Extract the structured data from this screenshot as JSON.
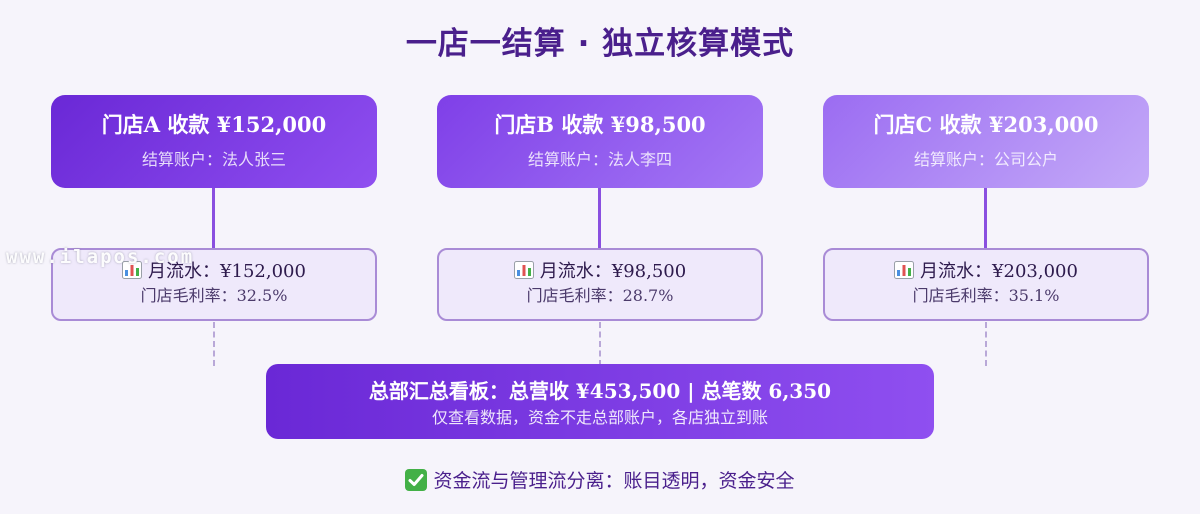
{
  "title": "一店一结算 · 独立核算模式",
  "stores": [
    {
      "heading": "门店A 收款 ¥152,000",
      "account": "结算账户：法人张三",
      "monthly_flow": "月流水：¥152,000",
      "margin": "门店毛利率：32.5%"
    },
    {
      "heading": "门店B 收款 ¥98,500",
      "account": "结算账户：法人李四",
      "monthly_flow": "月流水：¥98,500",
      "margin": "门店毛利率：28.7%"
    },
    {
      "heading": "门店C 收款 ¥203,000",
      "account": "结算账户：公司公户",
      "monthly_flow": "月流水：¥203,000",
      "margin": "门店毛利率：35.1%"
    }
  ],
  "hq": {
    "heading": "总部汇总看板：总营收 ¥453,500 | 总笔数 6,350",
    "note": "仅查看数据，资金不走总部账户，各店独立到账"
  },
  "footer": "资金流与管理流分离：账目透明，资金安全",
  "watermark": "www.ilapos.com",
  "icons": {
    "metric": "bar-chart-icon",
    "footer": "check-mark-icon"
  },
  "colors": {
    "title": "#4a1f8c",
    "store_a": "#6a28d6",
    "store_b": "#8a52ee",
    "store_c": "#b28ff6",
    "metric_border": "#a98bd6",
    "check": "#43b047"
  }
}
